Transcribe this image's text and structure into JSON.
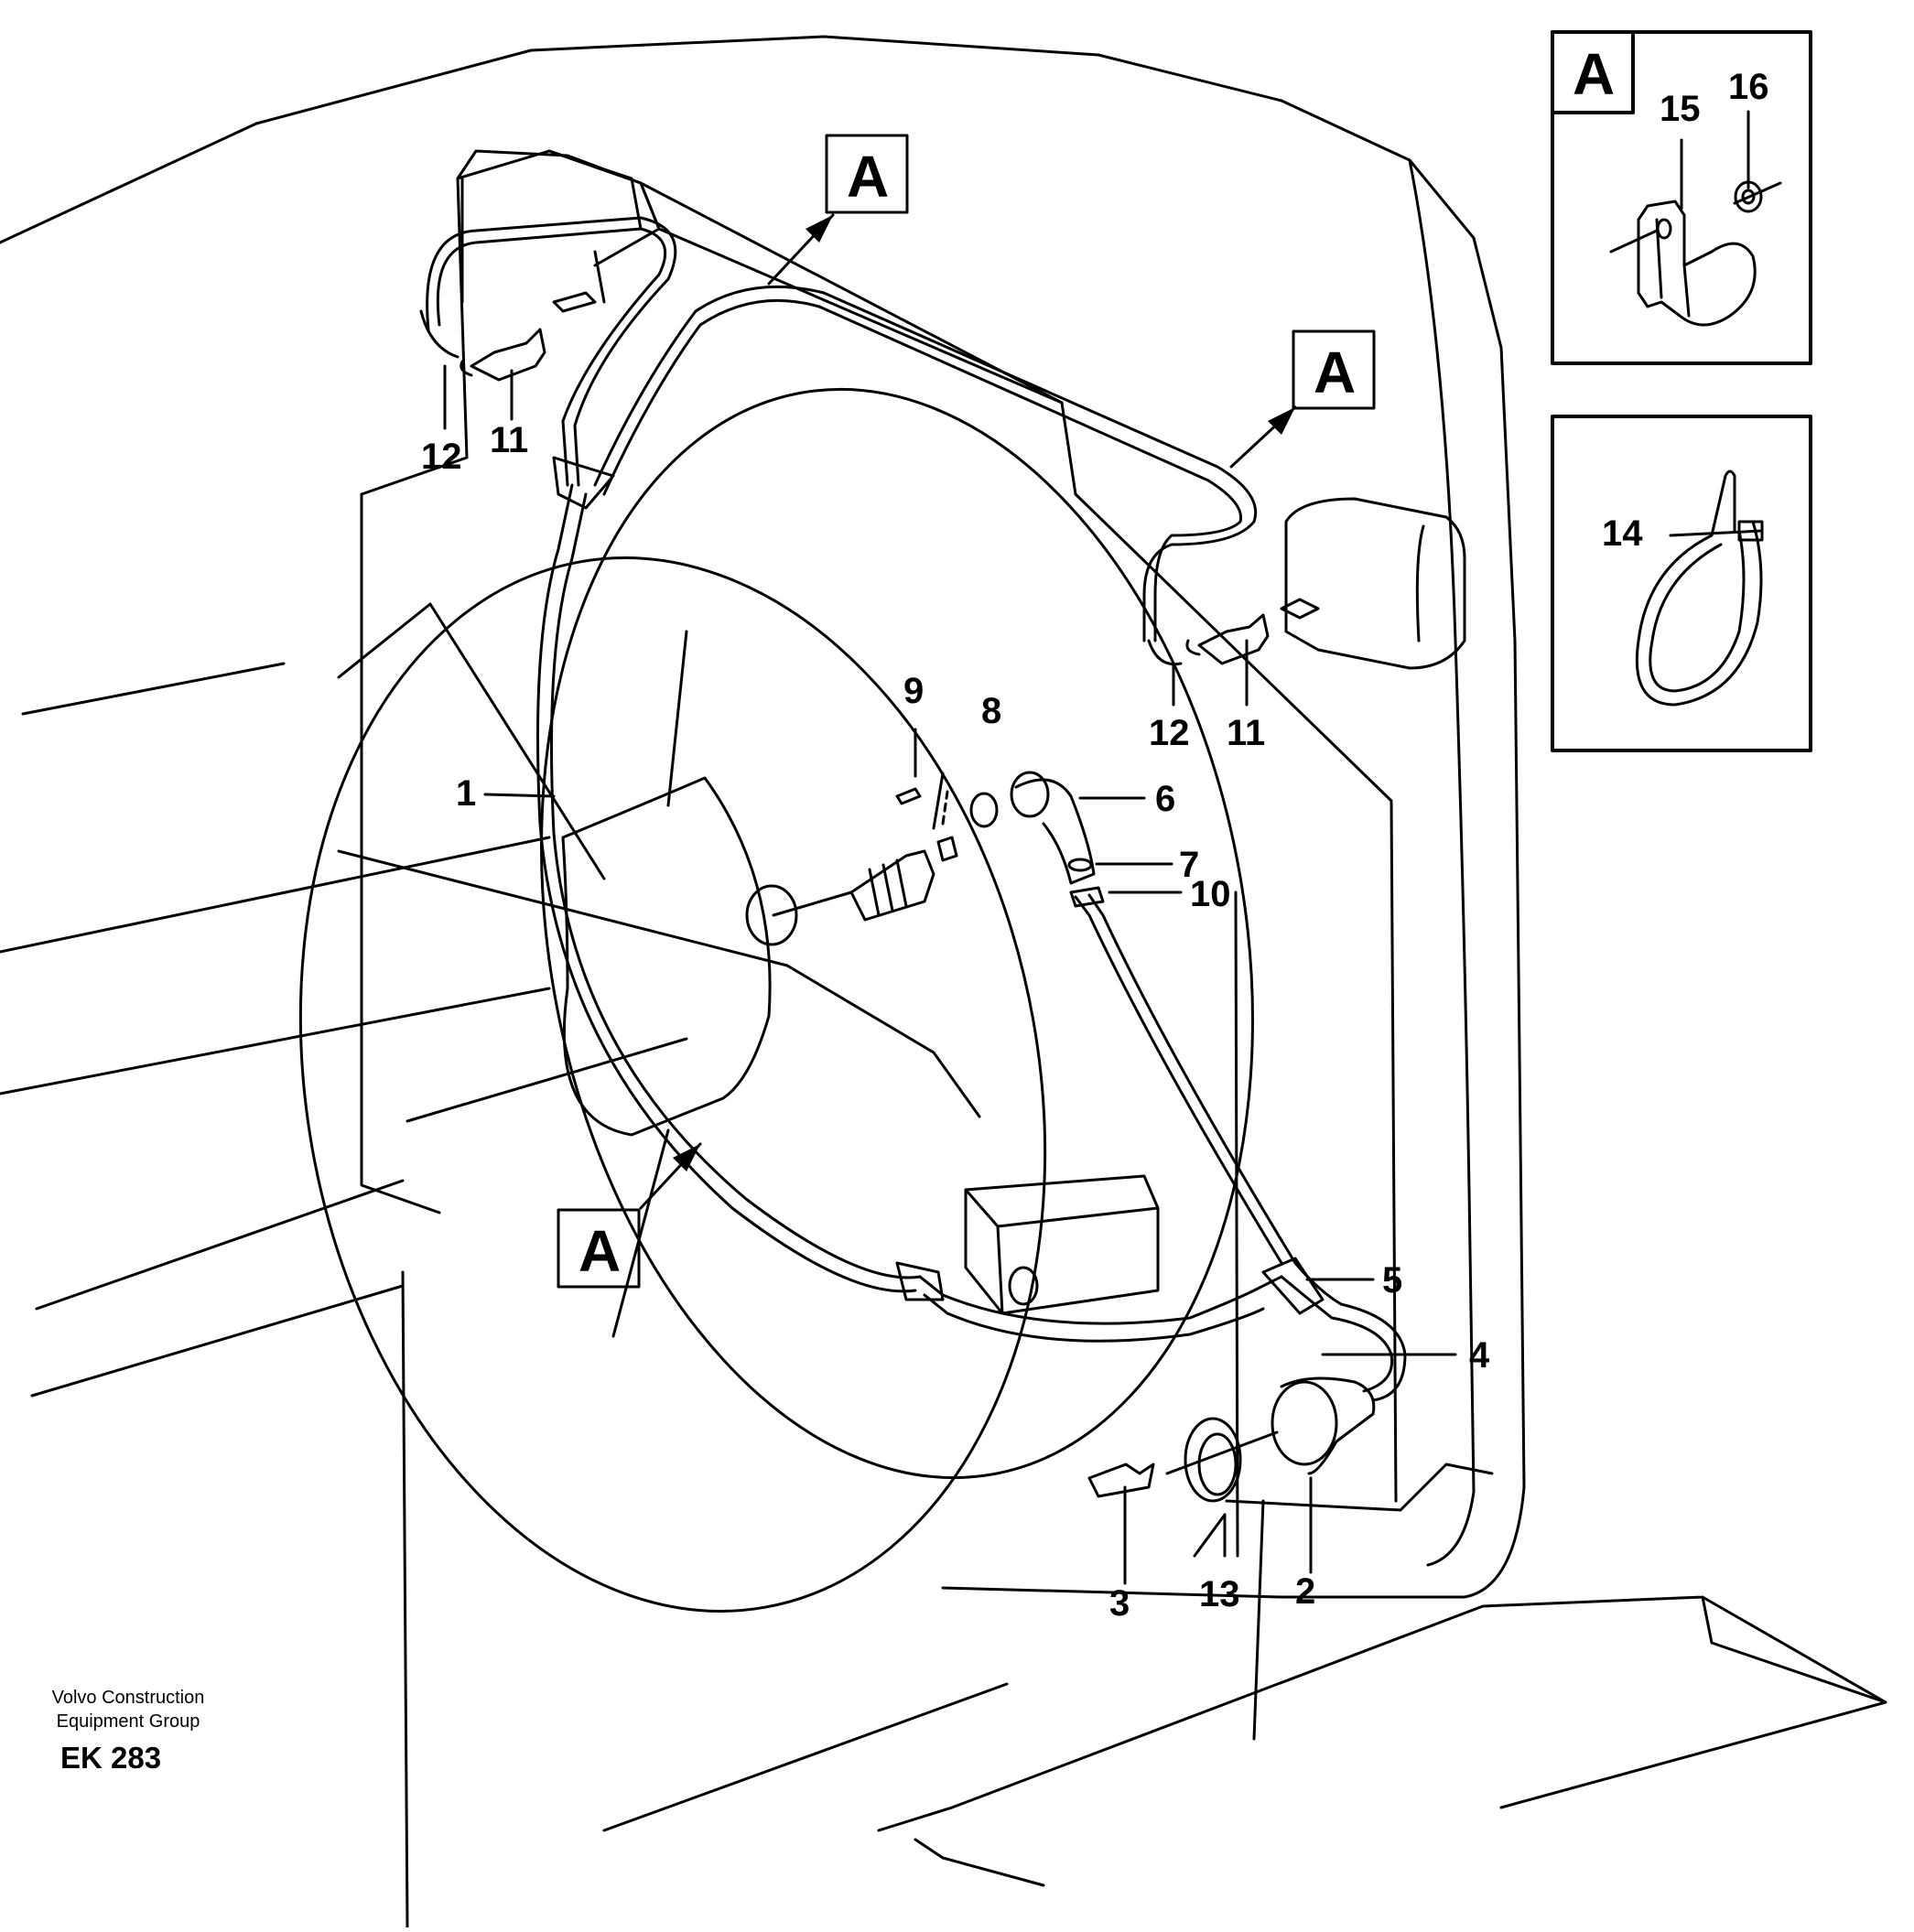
{
  "callouts": {
    "c1": "1",
    "c2": "2",
    "c3": "3",
    "c4": "4",
    "c5": "5",
    "c6": "6",
    "c7": "7",
    "c8": "8",
    "c9": "9",
    "c10": "10",
    "c11a": "11",
    "c11b": "11",
    "c12a": "12",
    "c12b": "12",
    "c13": "13",
    "c14": "14",
    "c15": "15",
    "c16": "16"
  },
  "detail_markers": {
    "main_top": "A",
    "main_right": "A",
    "main_bottom": "A",
    "inset_detail": "A"
  },
  "footer": {
    "org_line1": "Volvo Construction",
    "org_line2": "Equipment Group",
    "code": "EK 283"
  }
}
